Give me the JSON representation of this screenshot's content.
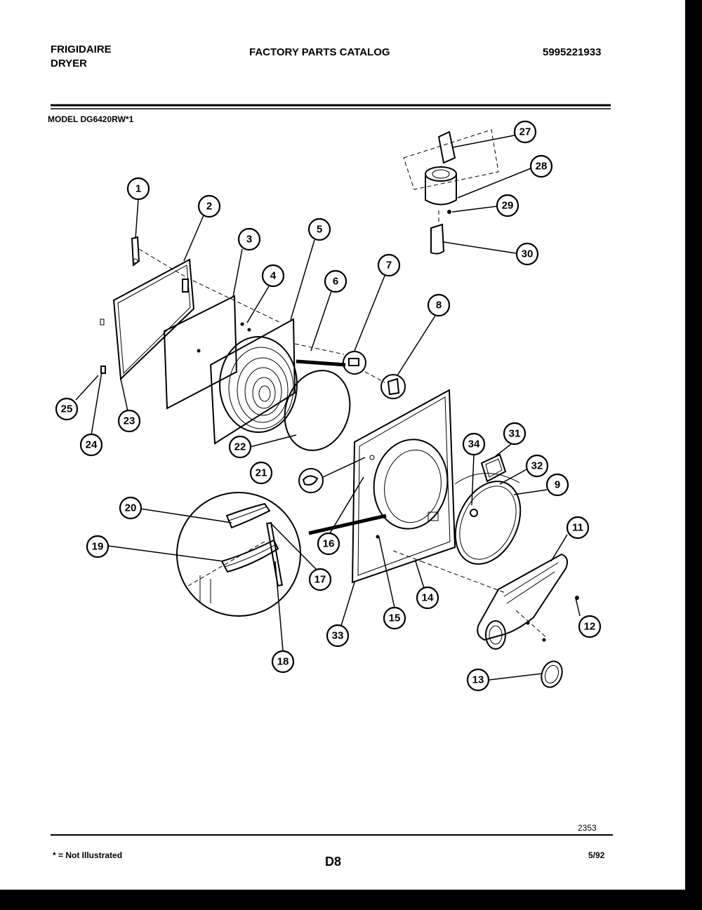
{
  "header": {
    "brand": "FRIGIDAIRE",
    "product": "DRYER",
    "catalog_title": "FACTORY PARTS CATALOG",
    "catalog_number": "5995221933",
    "model": "MODEL DG6420RW*1"
  },
  "callouts": [
    "1",
    "2",
    "3",
    "4",
    "5",
    "6",
    "7",
    "8",
    "9",
    "11",
    "12",
    "13",
    "14",
    "15",
    "16",
    "17",
    "18",
    "19",
    "20",
    "21",
    "22",
    "23",
    "24",
    "25",
    "27",
    "28",
    "29",
    "30",
    "31",
    "32",
    "33",
    "34"
  ],
  "footer": {
    "drawing_number": "2353",
    "note": "* = Not Illustrated",
    "page_code": "D8",
    "date": "5/92"
  }
}
